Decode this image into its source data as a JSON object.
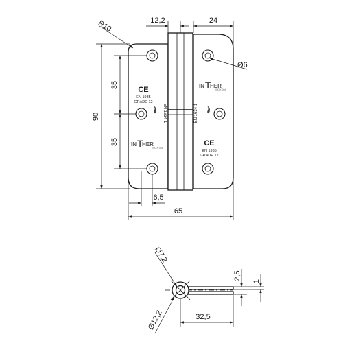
{
  "dimensions": {
    "pin_offset": "12,2",
    "leaf_top_width": "24",
    "corner_radius": "R10",
    "hole_diameter": "Ø6",
    "height": "90",
    "pitch_upper": "35",
    "pitch_lower": "35",
    "edge_offset": "6,5",
    "total_width": "65",
    "knuckle_inner_diameter": "Ø7,2",
    "knuckle_outer_diameter": "Ø12,2",
    "knuckle_to_tail": "32,5",
    "gap": "2,5",
    "thickness": "1"
  },
  "markings": {
    "ce": "CE",
    "standard": "EN 1935",
    "grade": "GRADE 12",
    "brand_prefix": "IN",
    "brand_mid": "T",
    "brand_suffix": "HER",
    "brand_sub": "INOX 304",
    "fire_standard": "EN 1634-1"
  }
}
